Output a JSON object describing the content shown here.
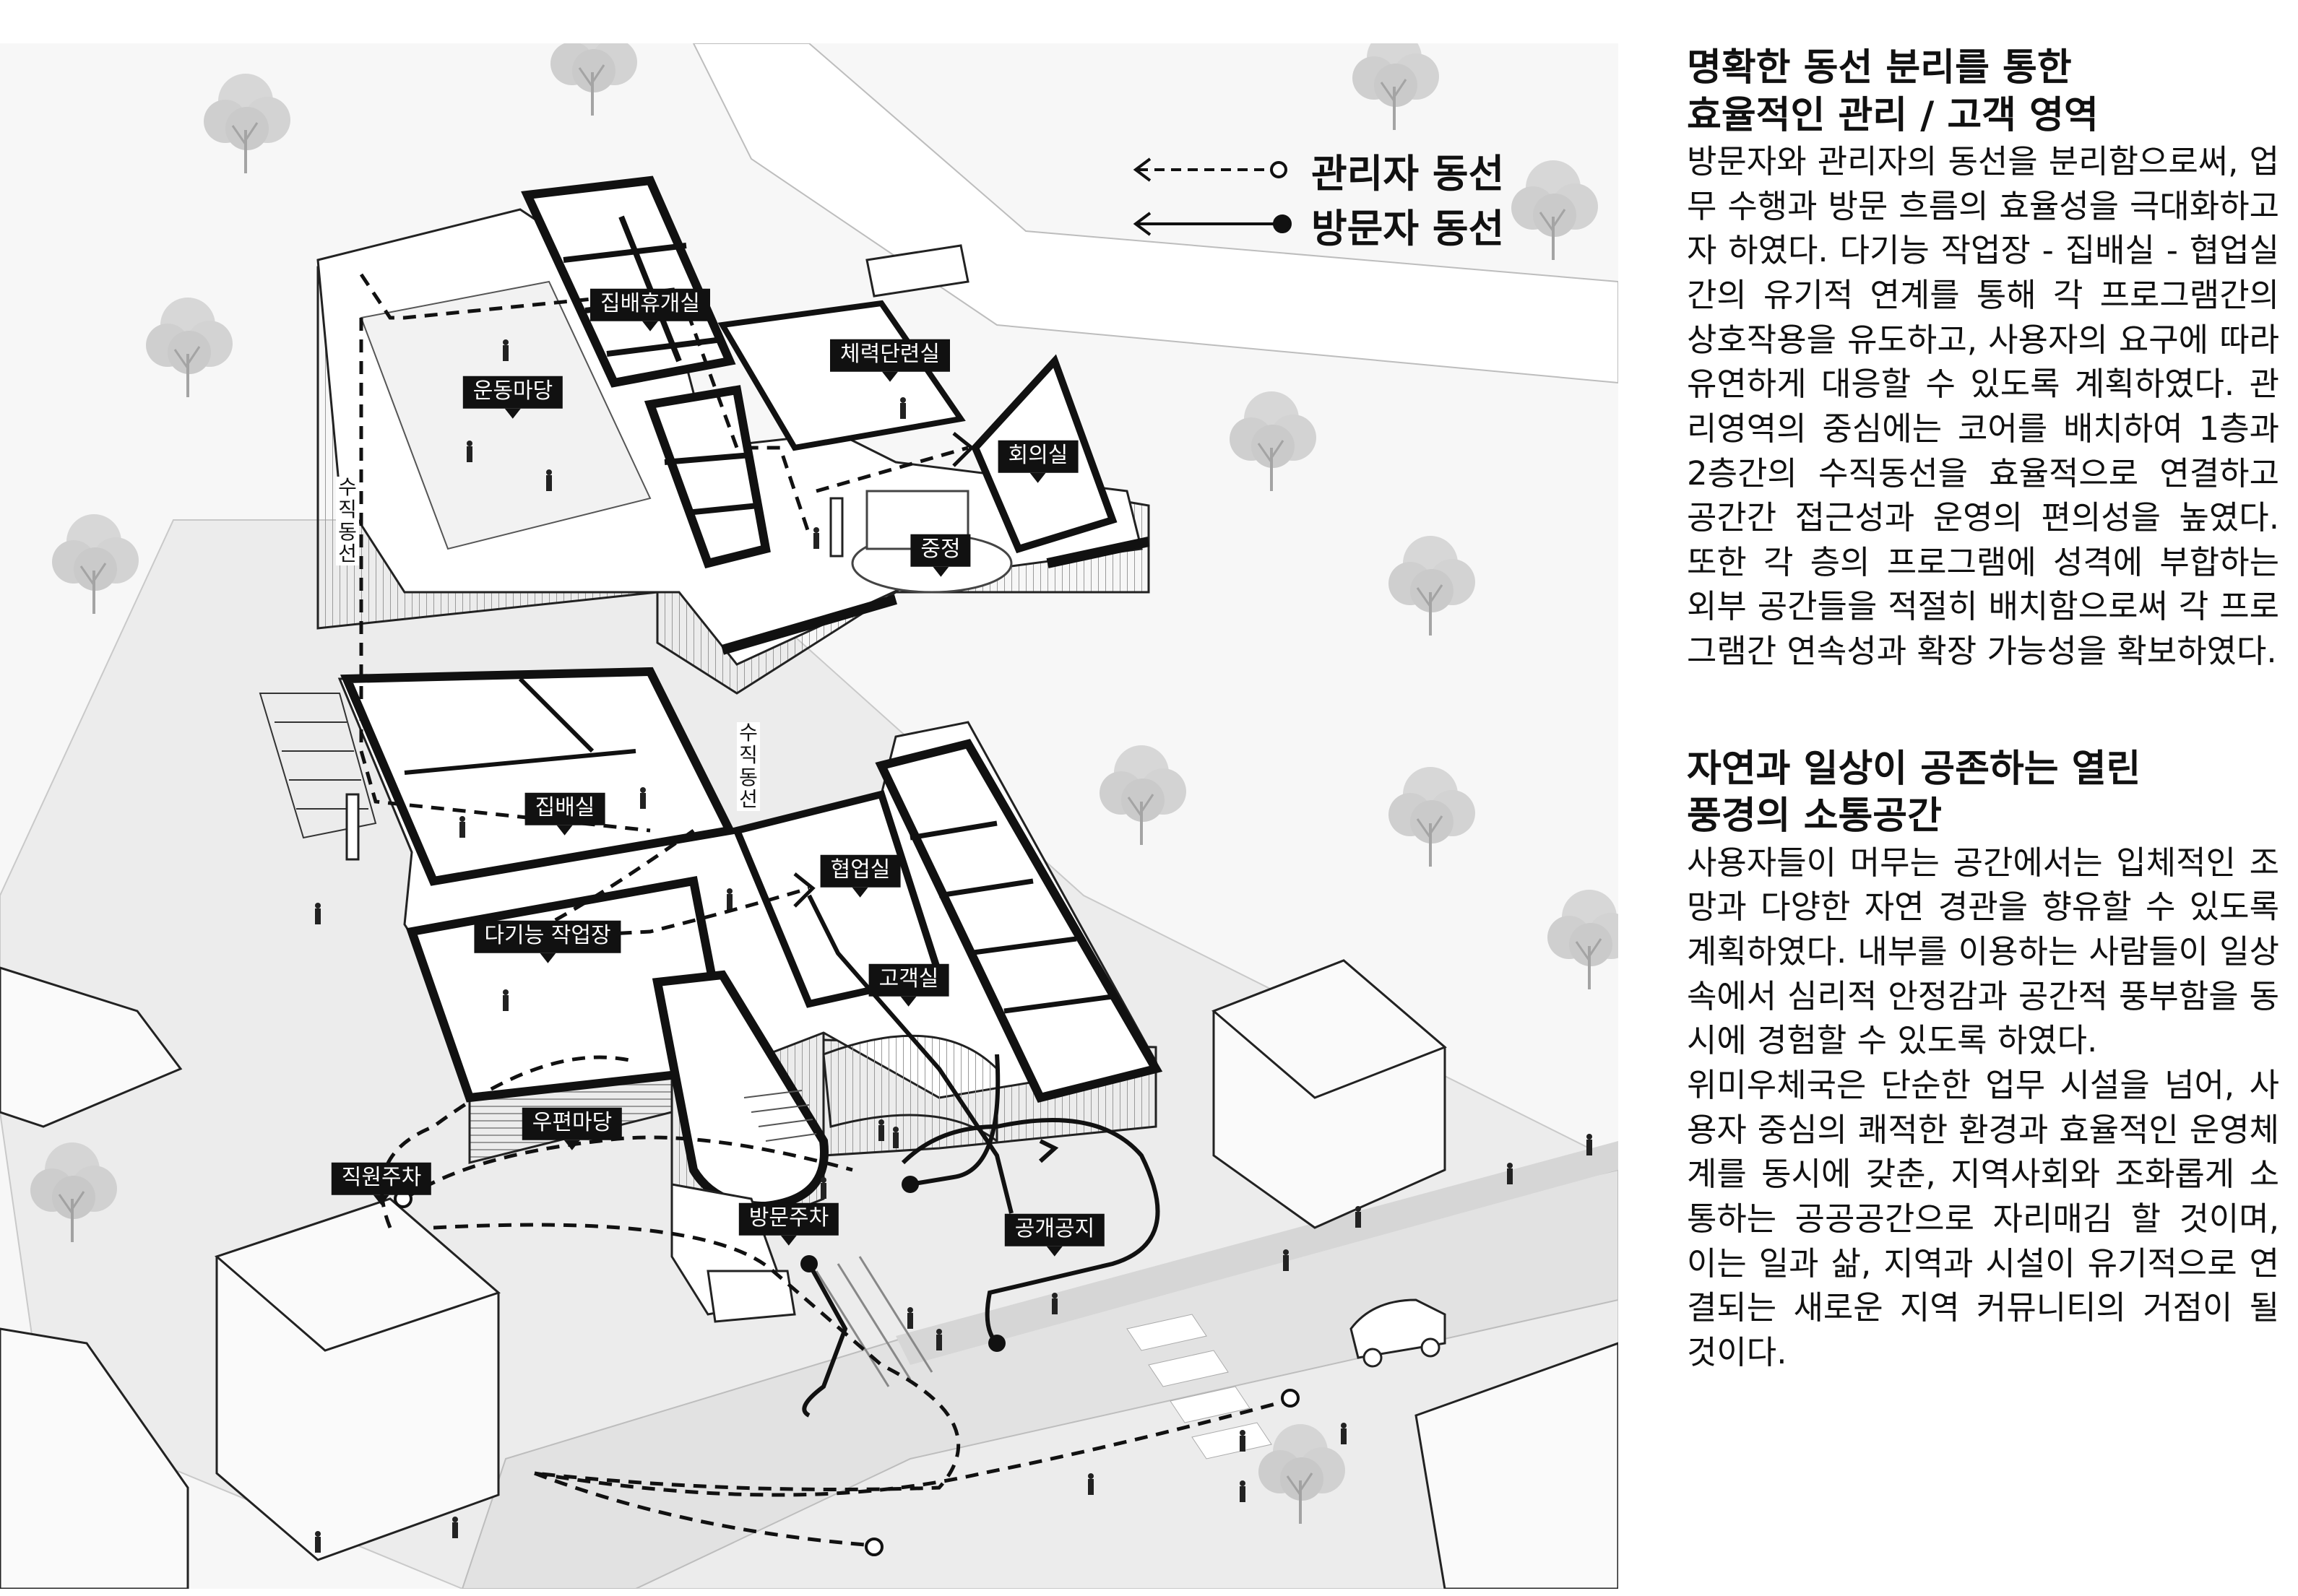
{
  "legend": {
    "manager_flow": "관리자 동선",
    "visitor_flow": "방문자 동선"
  },
  "vertical_labels": {
    "upper": "수직동선",
    "lower": "수직동선"
  },
  "rooms": {
    "jipbae_rest": "집배휴개실",
    "exercise_yard": "운동마당",
    "fitness": "체력단련실",
    "meeting": "회의실",
    "courtyard": "중정",
    "jipbae": "집배실",
    "multi_workshop": "다기능 작업장",
    "cowork": "협업실",
    "customer": "고객실",
    "postal_yard": "우편마당",
    "staff_parking": "직원주차",
    "visitor_parking": "방문주차",
    "public_space": "공개공지"
  },
  "sections": [
    {
      "title": "명확한 동선 분리를 통한\n효율적인 관리 / 고객 영역",
      "body": "방문자와 관리자의 동선을 분리함으로써, 업무 수행과 방문 흐름의 효율성을 극대화하고자 하였다. 다기능 작업장 - 집배실 - 협업실 간의 유기적 연계를 통해 각 프로그램간의 상호작용을 유도하고, 사용자의 요구에 따라 유연하게 대응할 수 있도록 계획하였다. 관리영역의 중심에는 코어를 배치하여 1층과 2층간의 수직동선을 효율적으로 연결하고 공간간 접근성과 운영의 편의성을 높였다. 또한 각 층의 프로그램에 성격에 부합하는 외부 공간들을 적절히 배치함으로써 각 프로그램간 연속성과 확장 가능성을 확보하였다."
    },
    {
      "title": "자연과 일상이 공존하는 열린\n풍경의 소통공간",
      "body": "사용자들이 머무는 공간에서는 입체적인 조망과 다양한 자연 경관을 향유할 수 있도록 계획하였다. 내부를 이용하는 사람들이 일상 속에서 심리적 안정감과 공간적 풍부함을 동시에 경험할 수 있도록 하였다.\n위미우체국은 단순한 업무 시설을 넘어, 사용자 중심의 쾌적한 환경과 효율적인 운영체계를 동시에 갖춘, 지역사회와 조화롭게 소통하는 공공공간으로 자리매김 할 것이며, 이는 일과 삶, 지역과 시설이 유기적으로 연결되는 새로운 지역 커뮤니티의 거점이 될 것이다."
    }
  ],
  "colors": {
    "ink": "#111111",
    "label_bg": "#111111",
    "label_text": "#ffffff",
    "ground": "#e9e9e9",
    "building_face": "#f4f4f4",
    "tree": "#c9c9c9"
  }
}
